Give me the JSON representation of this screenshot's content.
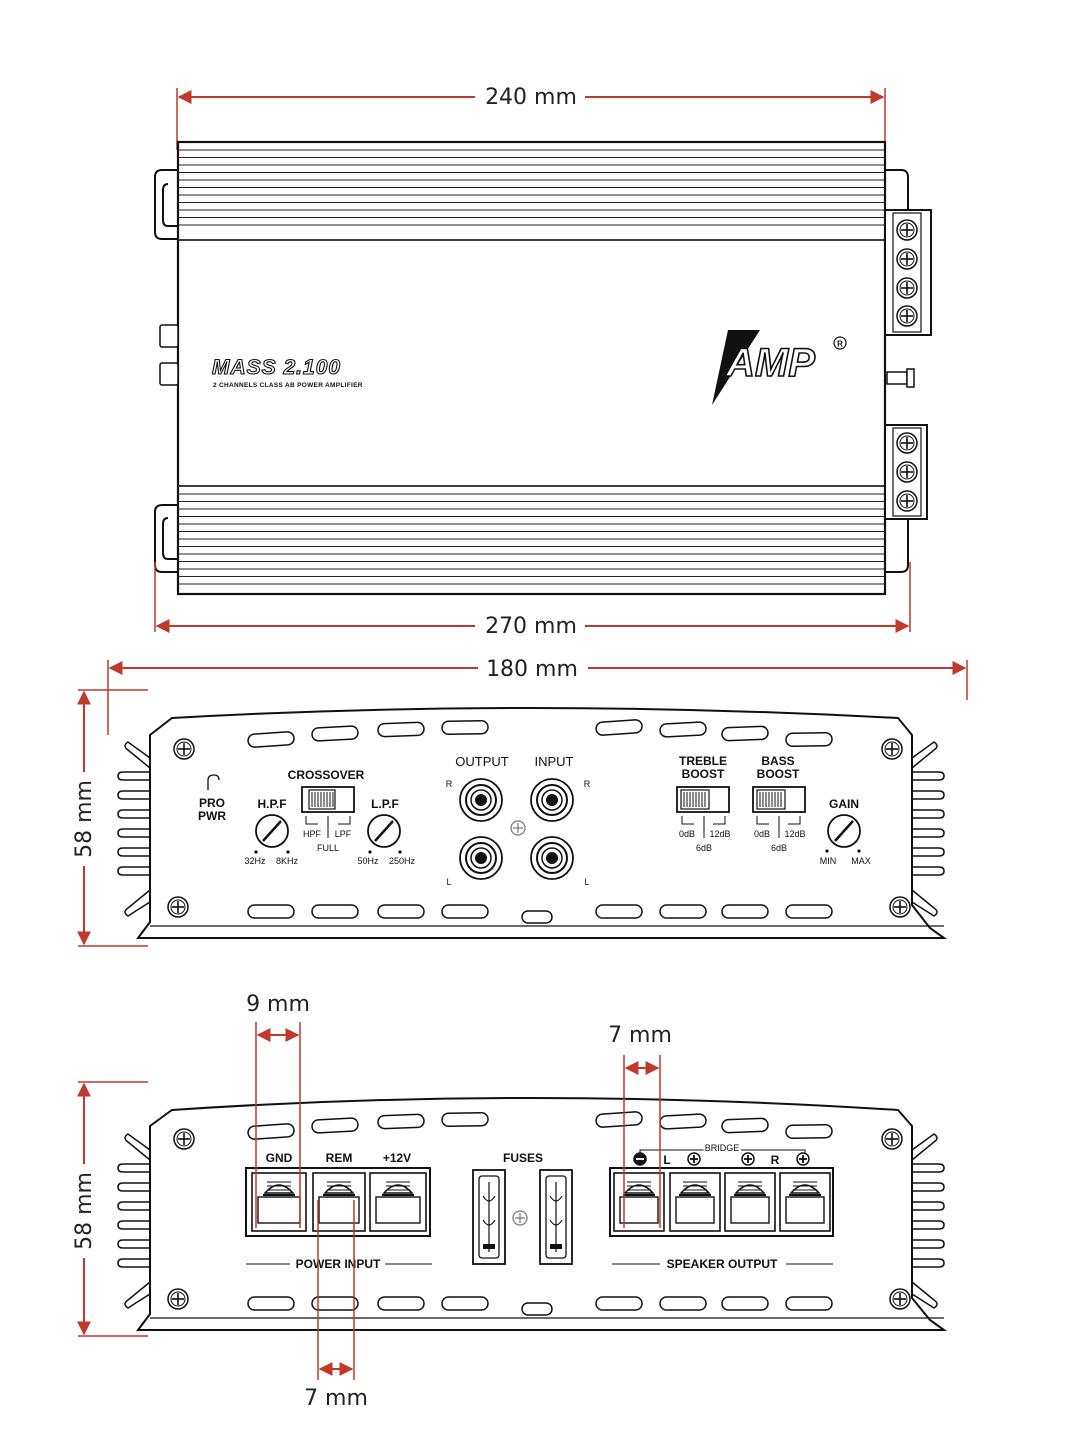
{
  "top_view": {
    "dim_top": "240 mm",
    "dim_bottom": "270 mm",
    "model_name": "MASS 2.100",
    "model_subtitle": "2 CHANNELS CLASS AB POWER AMPLIFIER",
    "brand_logo": "AMP",
    "registered_mark": "R"
  },
  "front_panel": {
    "dim_width": "180 mm",
    "dim_height": "58 mm",
    "pro_pwr": [
      "PRO",
      "PWR"
    ],
    "hpf_label": "H.P.F",
    "hpf_min": "32Hz",
    "hpf_max": "8KHz",
    "crossover_label": "CROSSOVER",
    "crossover_options": [
      "HPF",
      "LPF",
      "FULL"
    ],
    "lpf_label": "L.P.F",
    "lpf_min": "50Hz",
    "lpf_max": "250Hz",
    "output_label": "OUTPUT",
    "input_label": "INPUT",
    "right_mark": "R",
    "left_mark": "L",
    "treble_label": [
      "TREBLE",
      "BOOST"
    ],
    "bass_label": [
      "BASS",
      "BOOST"
    ],
    "boost_options": [
      "0dB",
      "12dB",
      "6dB"
    ],
    "gain_label": "GAIN",
    "gain_min": "MIN",
    "gain_max": "MAX"
  },
  "rear_panel": {
    "dim_height": "58 mm",
    "dim_gnd_width": "9 mm",
    "dim_rem_width": "7 mm",
    "dim_speaker_width": "7 mm",
    "gnd_label": "GND",
    "rem_label": "REM",
    "v12_label": "+12V",
    "fuses_label": "FUSES",
    "power_input_label": "POWER INPUT",
    "bridge_label": "BRIDGE",
    "left_mark": "L",
    "right_mark": "R",
    "speaker_output_label": "SPEAKER OUTPUT"
  },
  "colors": {
    "dimension": "#c0392b",
    "outline": "#111111"
  }
}
